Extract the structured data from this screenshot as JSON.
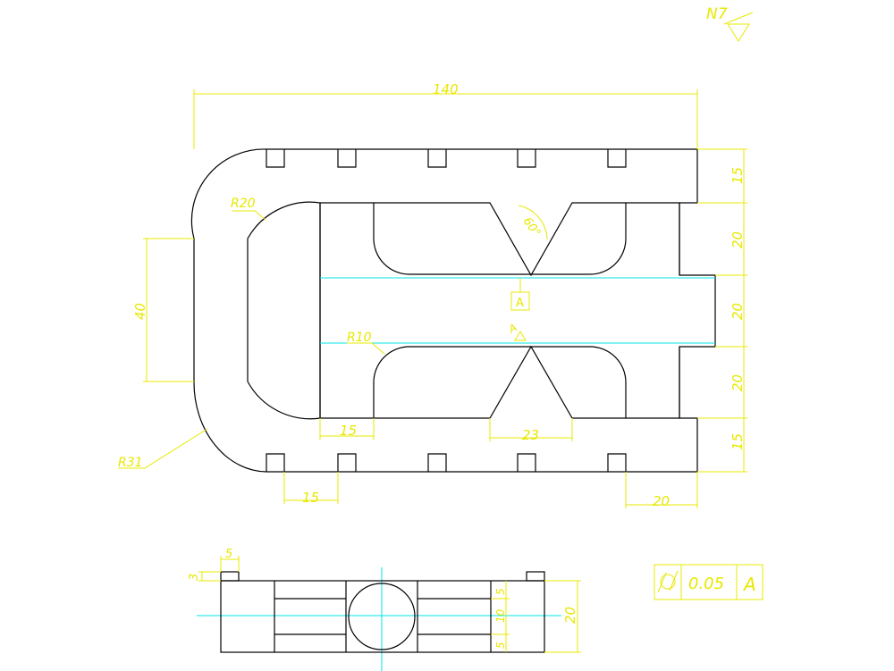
{
  "colors": {
    "background": "#ffffff",
    "outline": "#000000",
    "dimension": "#e8e800",
    "centerline": "#00e5e5"
  },
  "surface_finish": {
    "text": "N7"
  },
  "datum": {
    "label": "A"
  },
  "angle": {
    "text": "60°"
  },
  "radii": {
    "r20": "R20",
    "r10": "R10",
    "r31": "R31"
  },
  "plan_dimensions": {
    "overall_length": "140",
    "left_height": "40",
    "right_top": "15",
    "right_upper": "20",
    "right_middle": "20",
    "right_lower": "20",
    "right_bottom": "15",
    "bottom_left_15": "15",
    "v_groove_width": "23",
    "slot_pitch": "15",
    "right_end_20": "20"
  },
  "side_dimensions": {
    "tab_width": "5",
    "tab_height": "3",
    "total_height": "20",
    "upper_band": "5",
    "middle_band": "10",
    "lower_band": "5"
  },
  "tolerance_frame": {
    "symbol": "cylindricity-icon",
    "value": "0.05",
    "datum": "A"
  }
}
